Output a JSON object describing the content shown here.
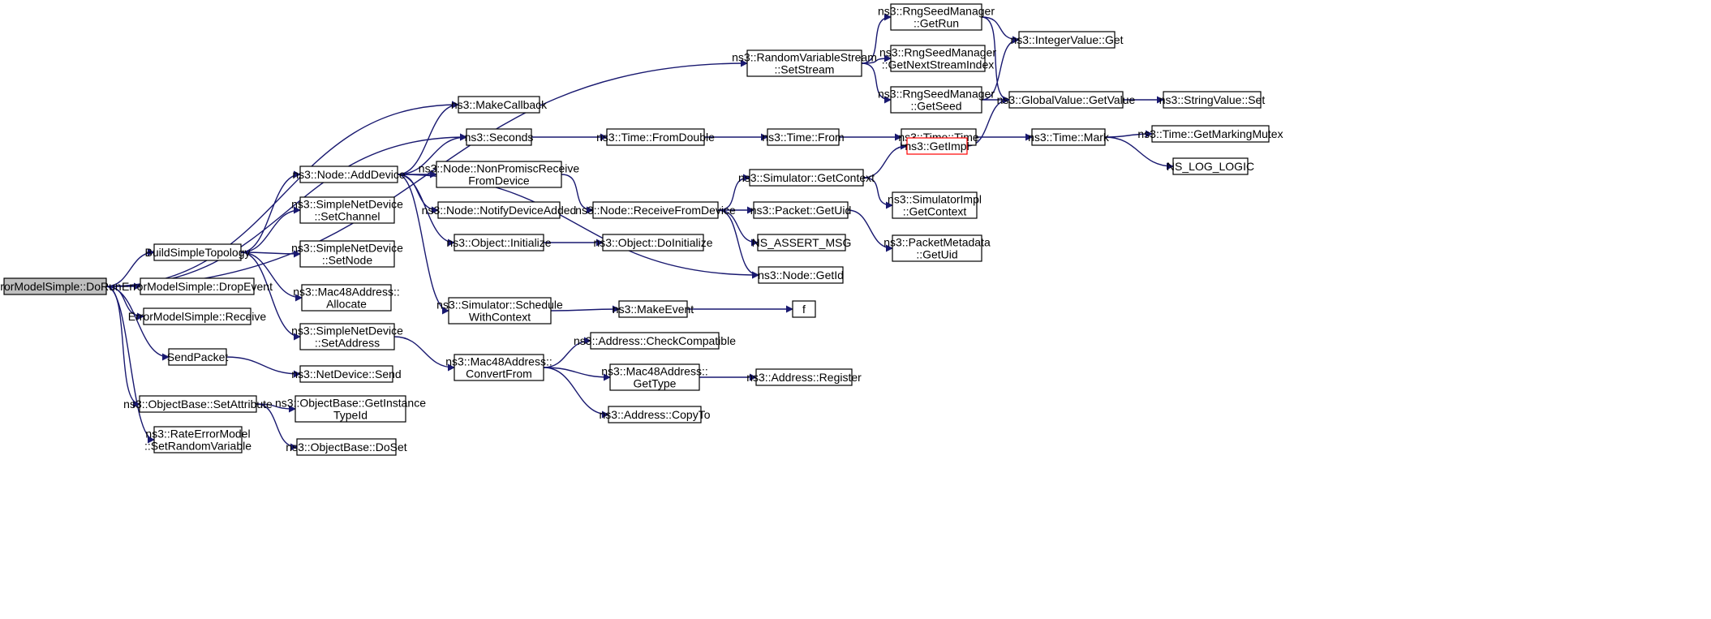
{
  "diagram": {
    "colors": {
      "edge": "#191970",
      "node_border": "#000000",
      "node_fill": "#ffffff",
      "root_fill": "#bfbfbf",
      "truncated_border": "#ff0000"
    },
    "nodes": [
      {
        "id": "dorun",
        "lines": [
          "ErrorModelSimple::DoRun"
        ],
        "root": true
      },
      {
        "id": "setstream",
        "lines": [
          "ns3::RandomVariableStream",
          "::SetStream"
        ]
      },
      {
        "id": "makecallback",
        "lines": [
          "ns3::MakeCallback"
        ]
      },
      {
        "id": "seconds",
        "lines": [
          "ns3::Seconds"
        ]
      },
      {
        "id": "buildtopo",
        "lines": [
          "BuildSimpleTopology"
        ]
      },
      {
        "id": "dropevent",
        "lines": [
          "ErrorModelSimple::DropEvent"
        ]
      },
      {
        "id": "receive",
        "lines": [
          "ErrorModelSimple::Receive"
        ]
      },
      {
        "id": "sendpacket",
        "lines": [
          "SendPacket"
        ]
      },
      {
        "id": "setattribute",
        "lines": [
          "ns3::ObjectBase::SetAttribute"
        ]
      },
      {
        "id": "setrandomvar",
        "lines": [
          "ns3::RateErrorModel",
          "::SetRandomVariable"
        ]
      },
      {
        "id": "adddevice",
        "lines": [
          "ns3::Node::AddDevice"
        ]
      },
      {
        "id": "setchannel",
        "lines": [
          "ns3::SimpleNetDevice",
          "::SetChannel"
        ]
      },
      {
        "id": "setnode",
        "lines": [
          "ns3::SimpleNetDevice",
          "::SetNode"
        ]
      },
      {
        "id": "allocate",
        "lines": [
          "ns3::Mac48Address::",
          "Allocate"
        ]
      },
      {
        "id": "setaddress",
        "lines": [
          "ns3::SimpleNetDevice",
          "::SetAddress"
        ]
      },
      {
        "id": "netdevsend",
        "lines": [
          "ns3::NetDevice::Send"
        ]
      },
      {
        "id": "getinstancetypeid",
        "lines": [
          "ns3::ObjectBase::GetInstance",
          "TypeId"
        ]
      },
      {
        "id": "doset",
        "lines": [
          "ns3::ObjectBase::DoSet"
        ]
      },
      {
        "id": "nonpromisc",
        "lines": [
          "ns3::Node::NonPromiscReceive",
          "FromDevice"
        ]
      },
      {
        "id": "notifydeviceadded",
        "lines": [
          "ns3::Node::NotifyDeviceAdded"
        ]
      },
      {
        "id": "initialize",
        "lines": [
          "ns3::Object::Initialize"
        ]
      },
      {
        "id": "schedulewithcontext",
        "lines": [
          "ns3::Simulator::Schedule",
          "WithContext"
        ]
      },
      {
        "id": "convertfrom",
        "lines": [
          "ns3::Mac48Address::",
          "ConvertFrom"
        ]
      },
      {
        "id": "fromdouble",
        "lines": [
          "ns3::Time::FromDouble"
        ]
      },
      {
        "id": "receivefromdevice",
        "lines": [
          "ns3::Node::ReceiveFromDevice"
        ]
      },
      {
        "id": "doinitialize",
        "lines": [
          "ns3::Object::DoInitialize"
        ]
      },
      {
        "id": "makeevent",
        "lines": [
          "ns3::MakeEvent"
        ]
      },
      {
        "id": "checkcompatible",
        "lines": [
          "ns3::Address::CheckCompatible"
        ]
      },
      {
        "id": "gettype",
        "lines": [
          "ns3::Mac48Address::",
          "GetType"
        ]
      },
      {
        "id": "copyto",
        "lines": [
          "ns3::Address::CopyTo"
        ]
      },
      {
        "id": "timefrom",
        "lines": [
          "ns3::Time::From"
        ]
      },
      {
        "id": "getcontext",
        "lines": [
          "ns3::Simulator::GetContext"
        ]
      },
      {
        "id": "packetgetuid",
        "lines": [
          "ns3::Packet::GetUid"
        ]
      },
      {
        "id": "nsassertmsg",
        "lines": [
          "NS_ASSERT_MSG"
        ]
      },
      {
        "id": "nodegetid",
        "lines": [
          "ns3::Node::GetId"
        ]
      },
      {
        "id": "f",
        "lines": [
          "f"
        ]
      },
      {
        "id": "addressregister",
        "lines": [
          "ns3::Address::Register"
        ]
      },
      {
        "id": "getrun",
        "lines": [
          "ns3::RngSeedManager",
          "::GetRun"
        ]
      },
      {
        "id": "getnextstreamindex",
        "lines": [
          "ns3::RngSeedManager",
          "::GetNextStreamIndex"
        ]
      },
      {
        "id": "getseed",
        "lines": [
          "ns3::RngSeedManager",
          "::GetSeed"
        ]
      },
      {
        "id": "timetime",
        "lines": [
          "ns3::Time::Time"
        ]
      },
      {
        "id": "getimpl",
        "lines": [
          "ns3::GetImpl"
        ],
        "truncated": true
      },
      {
        "id": "simimplgetcontext",
        "lines": [
          "ns3::SimulatorImpl",
          "::GetContext"
        ]
      },
      {
        "id": "packetmetadatagetuid",
        "lines": [
          "ns3::PacketMetadata",
          "::GetUid"
        ]
      },
      {
        "id": "integervalueget",
        "lines": [
          "ns3::IntegerValue::Get"
        ]
      },
      {
        "id": "globalvaluegetvalue",
        "lines": [
          "ns3::GlobalValue::GetValue"
        ]
      },
      {
        "id": "timemark",
        "lines": [
          "ns3::Time::Mark"
        ]
      },
      {
        "id": "stringvalueset",
        "lines": [
          "ns3::StringValue::Set"
        ]
      },
      {
        "id": "getmarkingmutex",
        "lines": [
          "ns3::Time::GetMarkingMutex"
        ]
      },
      {
        "id": "nsloglogic",
        "lines": [
          "NS_LOG_LOGIC"
        ]
      }
    ],
    "edges": [
      [
        "dorun",
        "setstream"
      ],
      [
        "dorun",
        "makecallback"
      ],
      [
        "dorun",
        "seconds"
      ],
      [
        "dorun",
        "buildtopo"
      ],
      [
        "dorun",
        "dropevent"
      ],
      [
        "dorun",
        "receive"
      ],
      [
        "dorun",
        "sendpacket"
      ],
      [
        "dorun",
        "setattribute"
      ],
      [
        "dorun",
        "setrandomvar"
      ],
      [
        "buildtopo",
        "adddevice"
      ],
      [
        "buildtopo",
        "setchannel"
      ],
      [
        "buildtopo",
        "setnode"
      ],
      [
        "buildtopo",
        "allocate"
      ],
      [
        "buildtopo",
        "setaddress"
      ],
      [
        "adddevice",
        "makecallback"
      ],
      [
        "adddevice",
        "seconds"
      ],
      [
        "adddevice",
        "nonpromisc"
      ],
      [
        "adddevice",
        "notifydeviceadded"
      ],
      [
        "adddevice",
        "initialize"
      ],
      [
        "adddevice",
        "schedulewithcontext"
      ],
      [
        "adddevice",
        "nodegetid"
      ],
      [
        "sendpacket",
        "netdevsend"
      ],
      [
        "setattribute",
        "getinstancetypeid"
      ],
      [
        "setattribute",
        "doset"
      ],
      [
        "setaddress",
        "convertfrom"
      ],
      [
        "seconds",
        "fromdouble"
      ],
      [
        "nonpromisc",
        "receivefromdevice"
      ],
      [
        "initialize",
        "doinitialize"
      ],
      [
        "schedulewithcontext",
        "makeevent"
      ],
      [
        "convertfrom",
        "checkcompatible"
      ],
      [
        "convertfrom",
        "gettype"
      ],
      [
        "convertfrom",
        "copyto"
      ],
      [
        "fromdouble",
        "timefrom"
      ],
      [
        "receivefromdevice",
        "getcontext"
      ],
      [
        "receivefromdevice",
        "packetgetuid"
      ],
      [
        "receivefromdevice",
        "nsassertmsg"
      ],
      [
        "receivefromdevice",
        "nodegetid"
      ],
      [
        "makeevent",
        "f"
      ],
      [
        "gettype",
        "addressregister"
      ],
      [
        "setstream",
        "getrun"
      ],
      [
        "setstream",
        "getnextstreamindex"
      ],
      [
        "setstream",
        "getseed"
      ],
      [
        "timefrom",
        "timetime"
      ],
      [
        "getcontext",
        "getimpl"
      ],
      [
        "getcontext",
        "simimplgetcontext"
      ],
      [
        "packetgetuid",
        "packetmetadatagetuid"
      ],
      [
        "getrun",
        "integervalueget"
      ],
      [
        "getrun",
        "globalvaluegetvalue"
      ],
      [
        "getseed",
        "integervalueget"
      ],
      [
        "getseed",
        "globalvaluegetvalue"
      ],
      [
        "timetime",
        "timemark"
      ],
      [
        "getimpl",
        "globalvaluegetvalue"
      ],
      [
        "globalvaluegetvalue",
        "stringvalueset"
      ],
      [
        "timemark",
        "getmarkingmutex"
      ],
      [
        "timemark",
        "nsloglogic"
      ]
    ]
  }
}
